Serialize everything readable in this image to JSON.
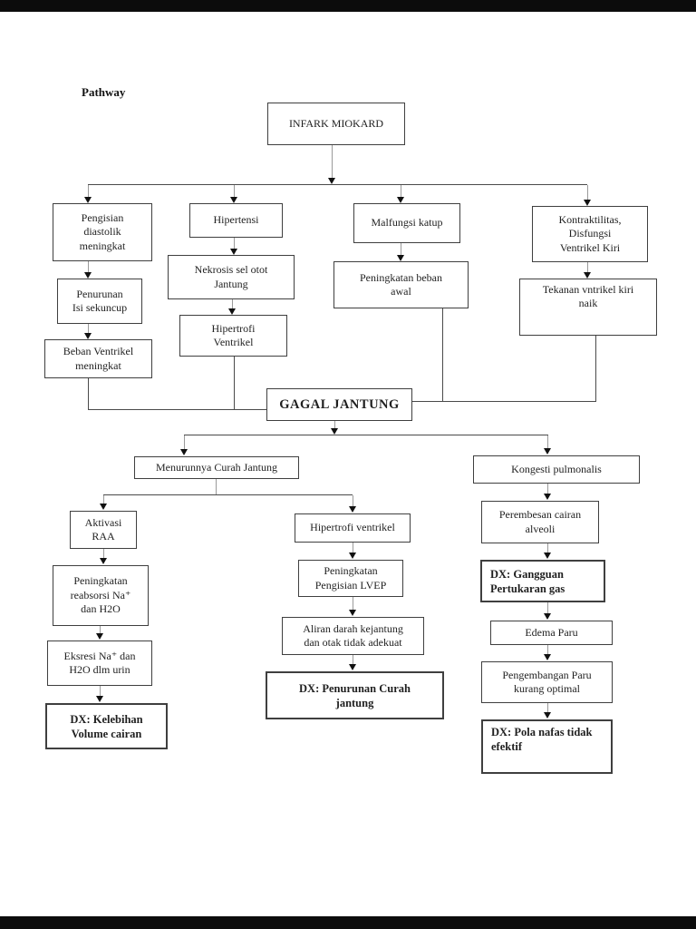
{
  "page": {
    "title": "Pathway"
  },
  "nodes": {
    "infark": {
      "label": "INFARK MIOKARD"
    },
    "pengisian": {
      "label": "Pengisian\ndiastolik\nmeningkat"
    },
    "penurunan_isi": {
      "label": "Penurunan\nIsi sekuncup"
    },
    "beban_ventrikel": {
      "label": "Beban Ventrikel\nmeningkat"
    },
    "hipertensi": {
      "label": "Hipertensi"
    },
    "nekrosis": {
      "label": "Nekrosis sel otot\nJantung"
    },
    "hipertrofi_ventrikel": {
      "label": "Hipertrofi\nVentrikel"
    },
    "malfungsi": {
      "label": "Malfungsi katup"
    },
    "beban_awal": {
      "label": "Peningkatan beban\nawal"
    },
    "kontraktilitas": {
      "label": "Kontraktilitas,\nDisfungsi\nVentrikel Kiri"
    },
    "tekanan": {
      "label": "Tekanan vntrikel kiri\nnaik"
    },
    "gagal_jantung": {
      "label": "GAGAL JANTUNG"
    },
    "menurunnya": {
      "label": "Menurunnya Curah Jantung"
    },
    "kongesti": {
      "label": "Kongesti pulmonalis"
    },
    "aktivasi_raa": {
      "label": "Aktivasi\nRAA"
    },
    "reabsorsi": {
      "label": "Peningkatan\nreabsorsi Na⁺\ndan H2O"
    },
    "eksresi": {
      "label": "Eksresi Na⁺ dan\nH2O dlm urin"
    },
    "dx_volume": {
      "label": "DX: Kelebihan\nVolume cairan"
    },
    "hipertrofi_ventrikel2": {
      "label": "Hipertrofi ventrikel"
    },
    "lvep": {
      "label": "Peningkatan\nPengisian LVEP"
    },
    "aliran": {
      "label": "Aliran darah kejantung\ndan otak tidak adekuat"
    },
    "dx_curah": {
      "label": "DX: Penurunan Curah\njantung"
    },
    "perembesan": {
      "label": "Perembesan cairan\nalveoli"
    },
    "dx_gas": {
      "label": "DX: Gangguan\nPertukaran gas"
    },
    "edema": {
      "label": "Edema Paru"
    },
    "pengembangan": {
      "label": "Pengembangan Paru\nkurang optimal"
    },
    "dx_nafas": {
      "label": "DX: Pola nafas tidak\nefektif"
    }
  },
  "colors": {
    "line": "#4a4a4a",
    "stem": "#9a9a9a",
    "arrow": "#111111",
    "letterbox": "#0c0c0c",
    "border": "#3f3f3f"
  }
}
